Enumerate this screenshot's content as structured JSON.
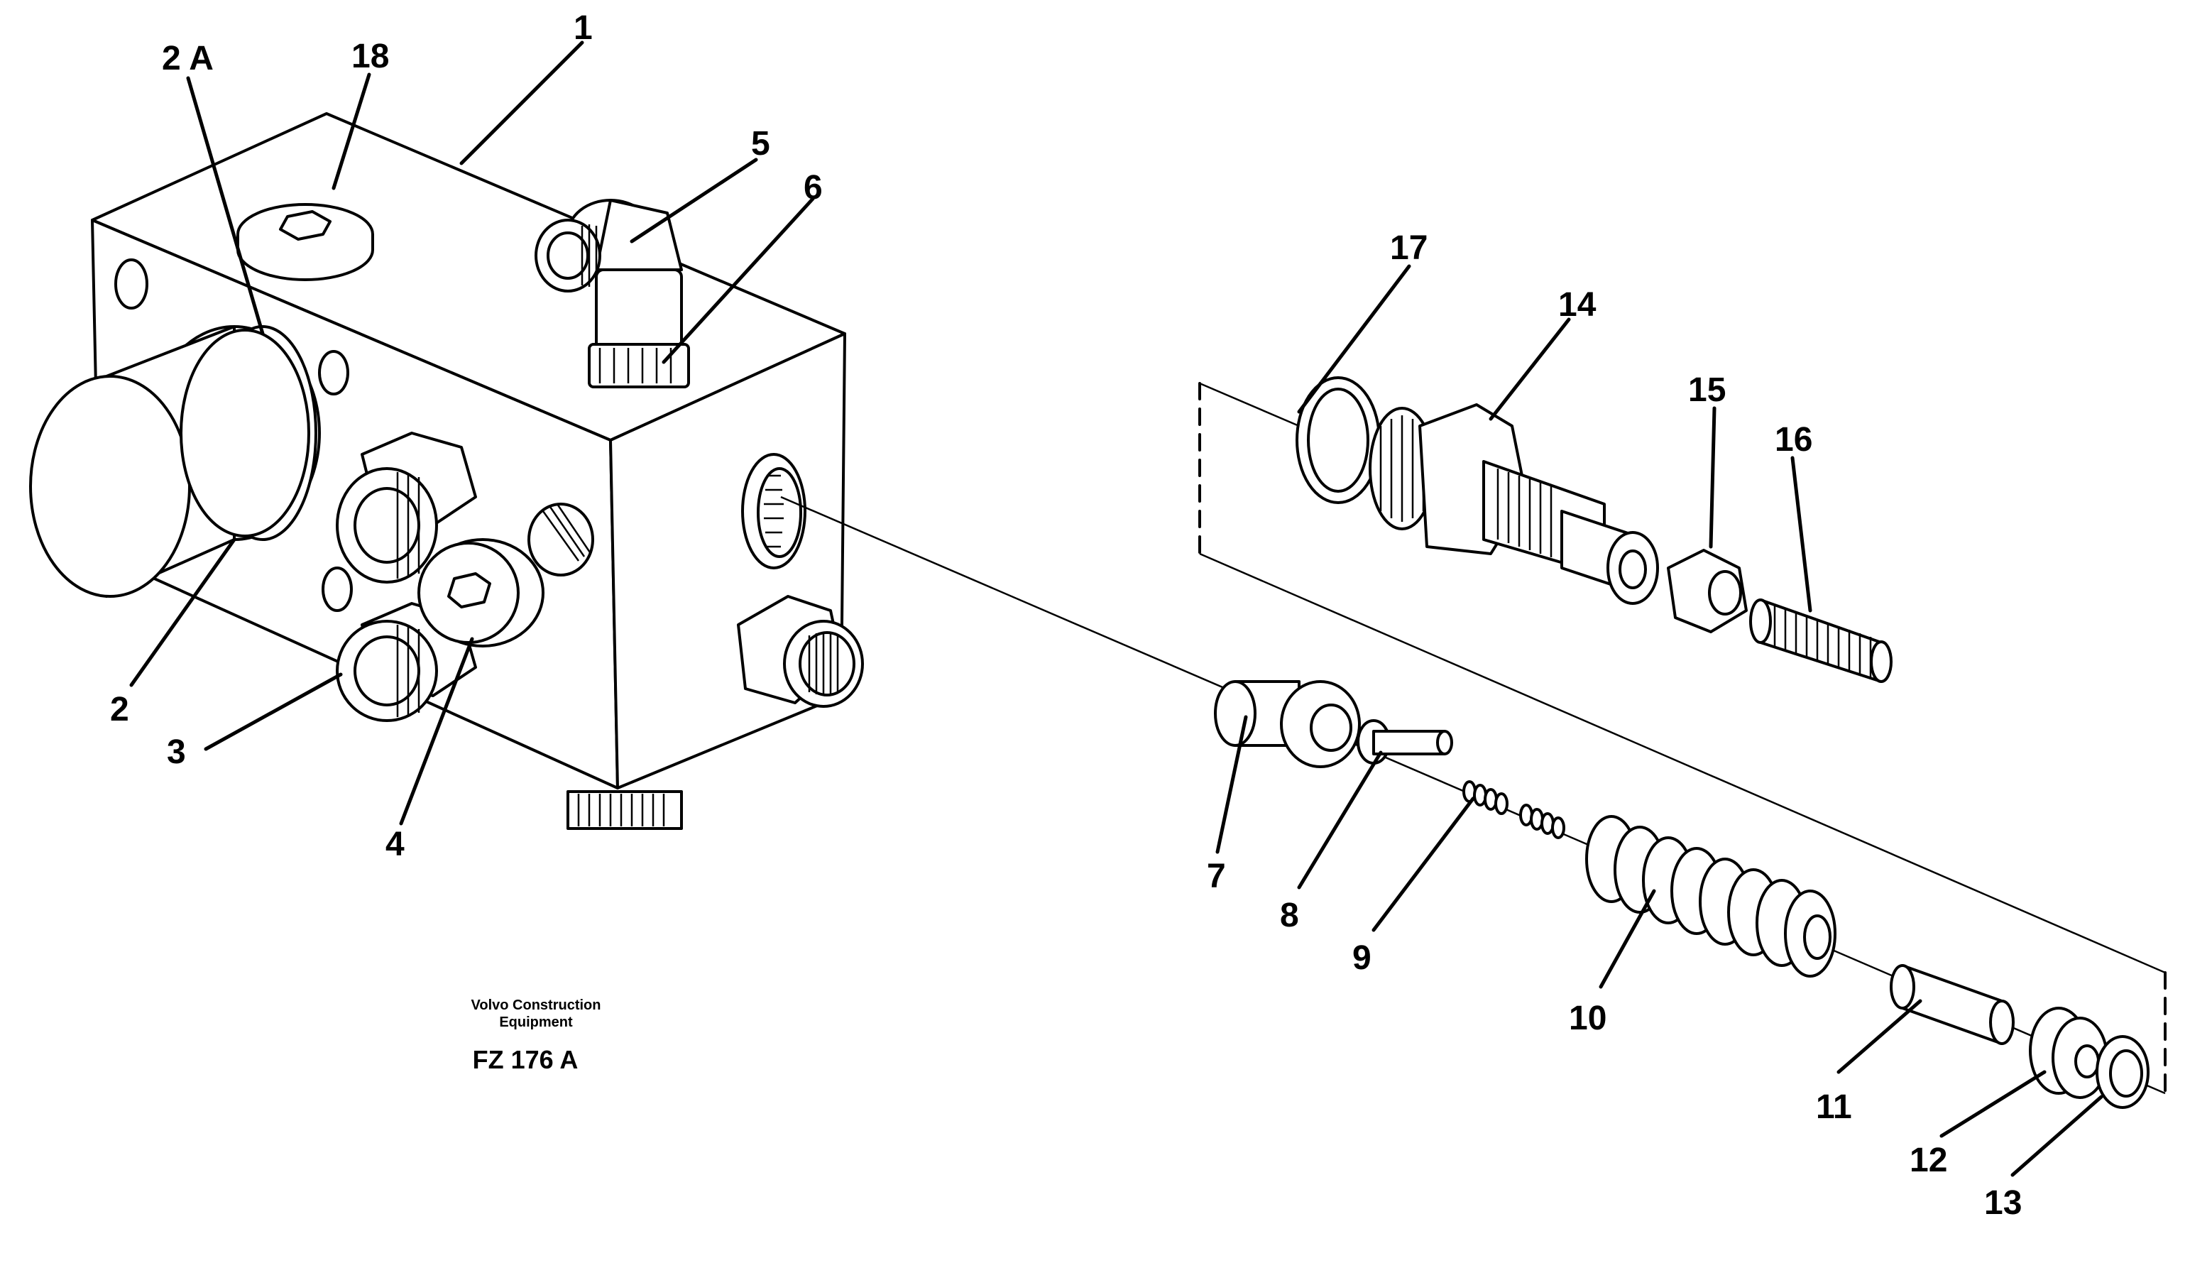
{
  "callouts": {
    "c1": "1",
    "c2": "2",
    "c2a": "2 A",
    "c3": "3",
    "c4": "4",
    "c5": "5",
    "c6": "6",
    "c7": "7",
    "c8": "8",
    "c9": "9",
    "c10": "10",
    "c11": "11",
    "c12": "12",
    "c13": "13",
    "c14": "14",
    "c15": "15",
    "c16": "16",
    "c17": "17",
    "c18": "18"
  },
  "caption": {
    "line1": "Volvo Construction",
    "line2": "Equipment",
    "code": "FZ 176  A"
  }
}
